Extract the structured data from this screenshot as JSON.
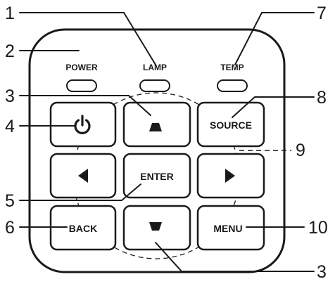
{
  "indicators": {
    "power": "POWER",
    "lamp": "LAMP",
    "temp": "TEMP"
  },
  "keys": {
    "source": "SOURCE",
    "enter": "ENTER",
    "back": "BACK",
    "menu": "MENU"
  },
  "icons": {
    "power_key": "power-icon",
    "up_key": "up-arrow-icon",
    "down_key": "down-arrow-icon",
    "left_key": "left-arrow-icon",
    "right_key": "right-arrow-icon"
  },
  "callouts": {
    "n1": "1",
    "n2": "2",
    "n3_top": "3",
    "n4": "4",
    "n5": "5",
    "n6": "6",
    "n7": "7",
    "n8": "8",
    "n9": "9",
    "n10": "10",
    "n3_bottom": "3"
  },
  "colors": {
    "ink": "#1a1a1a",
    "key_fill": "#ffffff",
    "panel_fill": "#ffffff"
  }
}
